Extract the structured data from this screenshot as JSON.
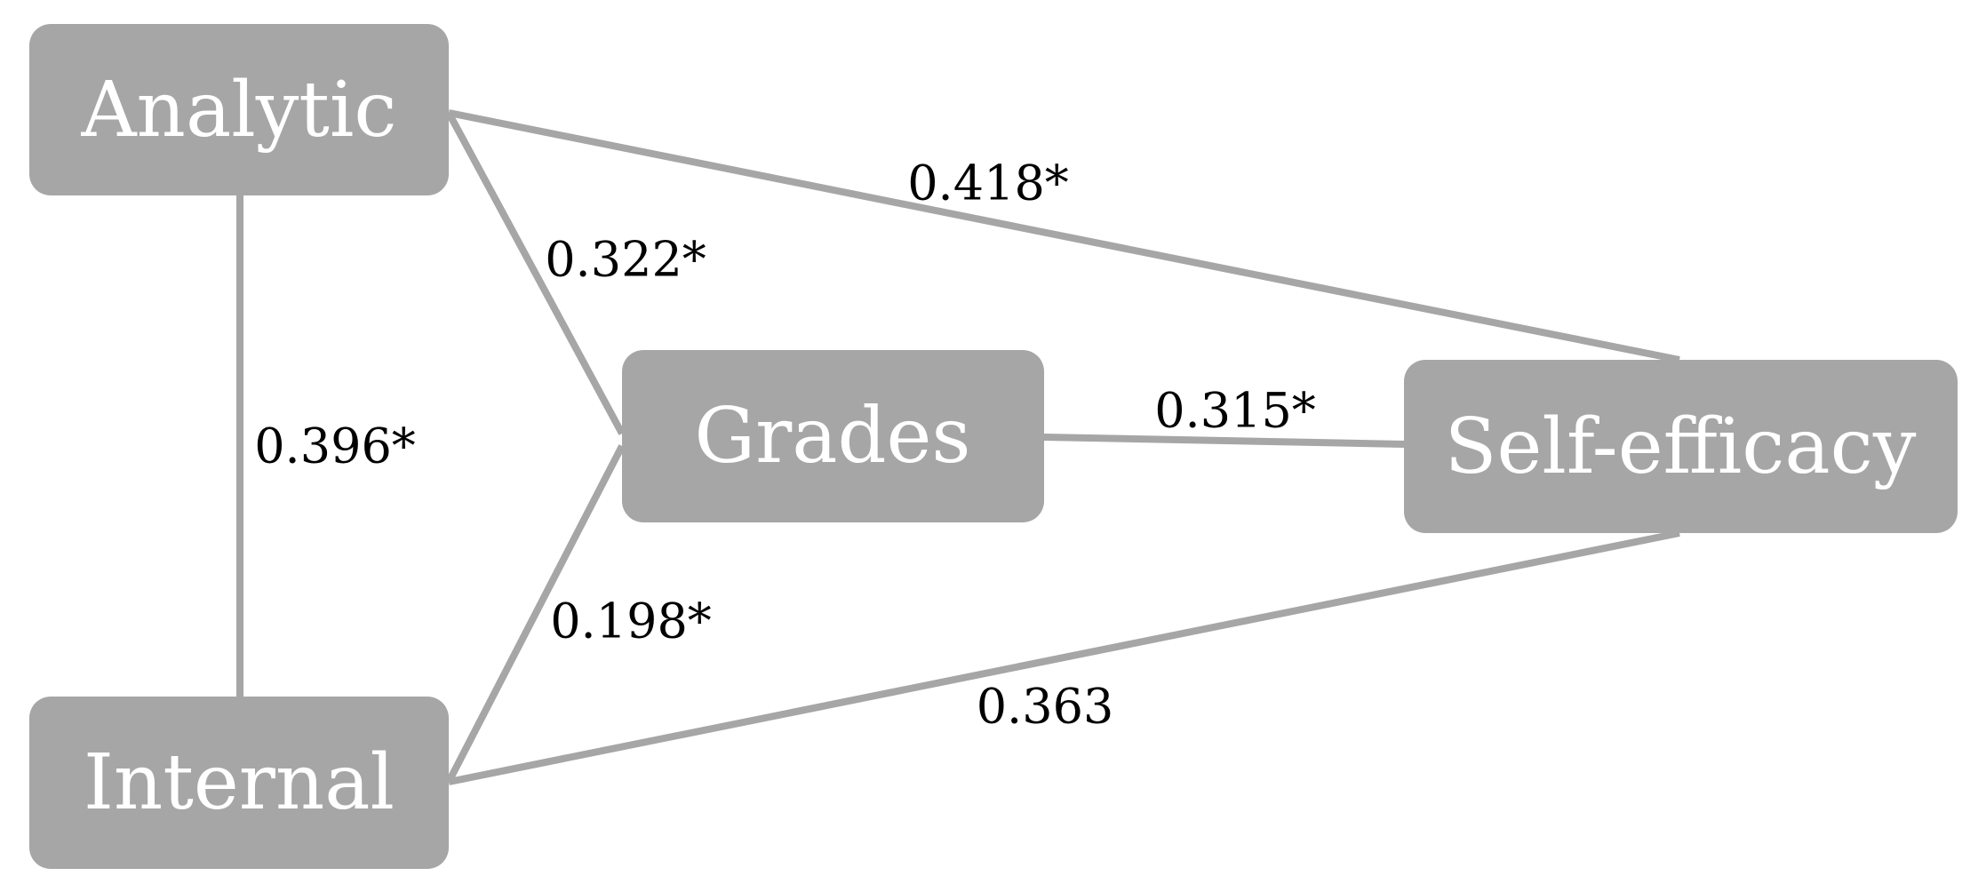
{
  "colors": {
    "node_fill": "#a6a6a6",
    "node_text": "#ffffff",
    "edge_stroke": "#a6a6a6",
    "edge_text": "#000000"
  },
  "nodes": {
    "analytic": "Analytic",
    "grades": "Grades",
    "internal": "Internal",
    "self_efficacy": "Self-efficacy"
  },
  "edges": {
    "analytic_internal": "0.396*",
    "analytic_grades": "0.322*",
    "analytic_self_efficacy": "0.418*",
    "internal_grades": "0.198*",
    "internal_self_efficacy": "0.363",
    "grades_self_efficacy": "0.315*"
  }
}
